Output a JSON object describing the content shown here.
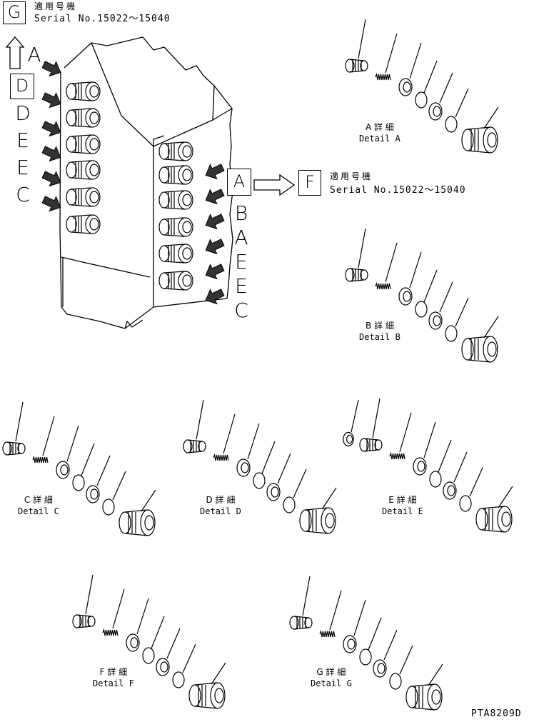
{
  "serial_notes": {
    "g": {
      "letter": "G",
      "jp": "適用号機",
      "serial": "Serial No.15022～15040"
    },
    "f": {
      "letter": "F",
      "jp": "適用号機",
      "serial": "Serial No.15022～15040"
    }
  },
  "callout_a": {
    "letter": "A"
  },
  "left_stack": {
    "top_letter": "A",
    "boxed_letter": "D",
    "letters": [
      "D",
      "E",
      "E",
      "C"
    ]
  },
  "right_stack": {
    "letters": [
      "B",
      "A",
      "E",
      "E",
      "C"
    ]
  },
  "details": [
    {
      "id": "a",
      "jp": "A 詳 細",
      "en": "Detail A"
    },
    {
      "id": "b",
      "jp": "B 詳 細",
      "en": "Detail B"
    },
    {
      "id": "c",
      "jp": "C 詳 細",
      "en": "Detail C"
    },
    {
      "id": "d",
      "jp": "D 詳 細",
      "en": "Detail D"
    },
    {
      "id": "e",
      "jp": "E 詳 細",
      "en": "Detail E"
    },
    {
      "id": "f",
      "jp": "F 詳 細",
      "en": "Detail F"
    },
    {
      "id": "g",
      "jp": "G 詳 細",
      "en": "Detail G"
    }
  ],
  "drawing_code": "PTA8209D"
}
